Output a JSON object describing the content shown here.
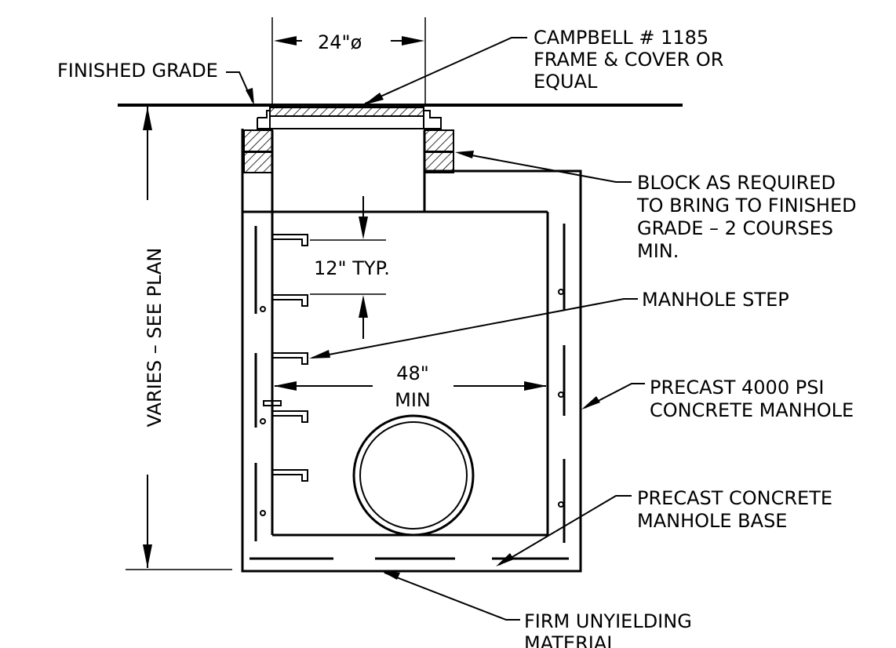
{
  "labels": {
    "frame_cover": [
      "CAMPBELL # 1185",
      "FRAME & COVER OR",
      "EQUAL"
    ],
    "finished_grade": "FINISHED GRADE",
    "diameter": "24\"ø",
    "block": [
      "BLOCK AS REQUIRED",
      "TO BRING TO FINISHED",
      "GRADE – 2 COURSES",
      "MIN."
    ],
    "step_spacing": "12\" TYP.",
    "manhole_step": "MANHOLE STEP",
    "width_value": "48\"",
    "width_note": "MIN",
    "precast_manhole": [
      "PRECAST 4000 PSI",
      "CONCRETE MANHOLE"
    ],
    "precast_base": [
      "PRECAST CONCRETE",
      "MANHOLE BASE"
    ],
    "height": "VARIES – SEE PLAN",
    "firm_material": [
      "FIRM UNYIELDING",
      "MATERIAL"
    ]
  }
}
